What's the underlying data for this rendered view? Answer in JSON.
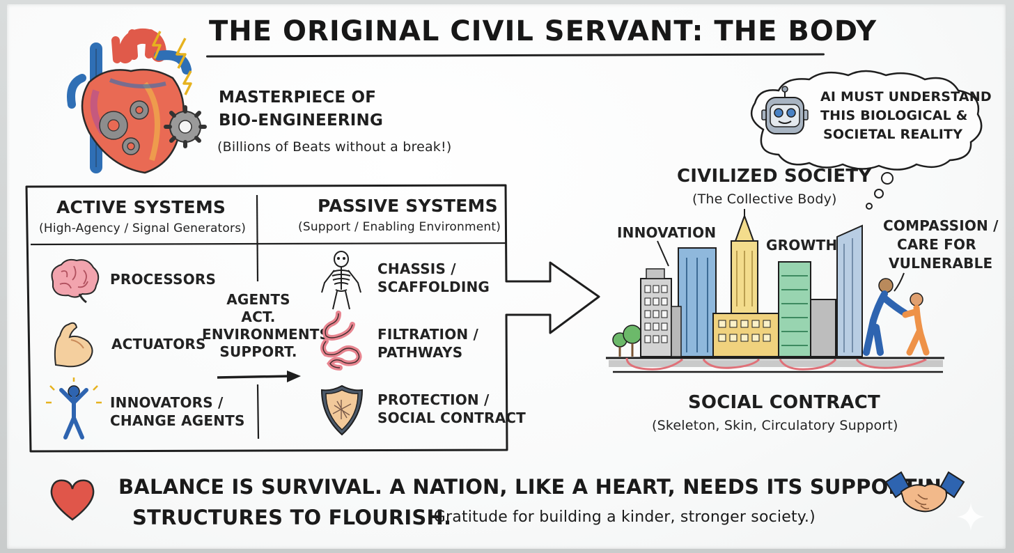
{
  "title": "THE ORIGINAL CIVIL SERVANT: THE BODY",
  "heart_section": {
    "heading_line1": "MASTERPIECE OF",
    "heading_line2": "BIO-ENGINEERING",
    "subtitle": "(Billions of Beats without a break!)"
  },
  "systems_table": {
    "active": {
      "heading": "ACTIVE SYSTEMS",
      "subtitle": "(High-Agency / Signal Generators)",
      "items": [
        {
          "icon": "brain-icon",
          "label": "PROCESSORS"
        },
        {
          "icon": "flexed-arm-icon",
          "label": "ACTUATORS"
        },
        {
          "icon": "cheering-person-icon",
          "label_line1": "INNOVATORS /",
          "label_line2": "CHANGE AGENTS"
        }
      ]
    },
    "center_note": {
      "line1": "AGENTS",
      "line2": "ACT.",
      "line3": "ENVIRONMENTS",
      "line4": "SUPPORT."
    },
    "passive": {
      "heading": "PASSIVE SYSTEMS",
      "subtitle": "(Support / Enabling Environment)",
      "items": [
        {
          "icon": "skeleton-icon",
          "label_line1": "CHASSIS /",
          "label_line2": "SCAFFOLDING"
        },
        {
          "icon": "digestive-system-icon",
          "label_line1": "FILTRATION /",
          "label_line2": "PATHWAYS"
        },
        {
          "icon": "shield-icon",
          "label_line1": "PROTECTION /",
          "label_line2": "SOCIAL CONTRACT"
        }
      ]
    }
  },
  "ai_thought": {
    "icon": "robot-icon",
    "line1": "AI MUST UNDERSTAND",
    "line2": "THIS BIOLOGICAL &",
    "line3": "SOCIETAL REALITY"
  },
  "society": {
    "heading": "CIVILIZED SOCIETY",
    "subtitle": "(The Collective Body)",
    "label_innovation": "INNOVATION",
    "label_growth": "GROWTH",
    "label_compassion_line1": "COMPASSION /",
    "label_compassion_line2": "CARE FOR",
    "label_compassion_line3": "VULNERABLE",
    "contract_heading": "SOCIAL CONTRACT",
    "contract_subtitle": "(Skeleton, Skin, Circulatory Support)"
  },
  "bottom": {
    "line1": "BALANCE IS SURVIVAL. A NATION, LIKE A HEART, NEEDS ITS SUPPORTING",
    "line2": "STRUCTURES TO FLOURISH.",
    "line2_sub": "(Gratitude for building a kinder, stronger society.)"
  },
  "colors": {
    "ink": "#1e1e1e",
    "heart_red": "#e0564a",
    "vein_blue": "#2f6fb5",
    "brain_pink": "#f0a0a8",
    "city_blue": "#8fb8dc",
    "city_yellow": "#f3dc8c",
    "city_green": "#98d4b0",
    "person_blue": "#2e64b0",
    "person_orange": "#ee9248"
  }
}
